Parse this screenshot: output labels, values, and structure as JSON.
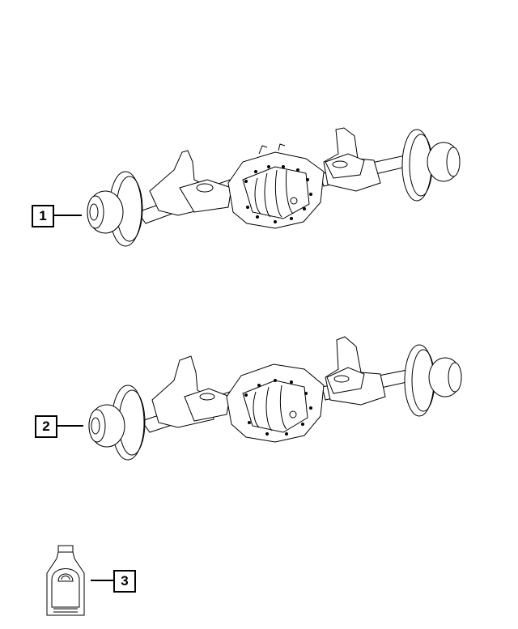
{
  "diagram": {
    "type": "parts-illustration",
    "background": "#ffffff",
    "line_color": "#000000",
    "callouts": [
      {
        "number": "1",
        "label": "1",
        "part": "rear axle assembly (upper)"
      },
      {
        "number": "2",
        "label": "2",
        "part": "rear axle assembly (lower)"
      },
      {
        "number": "3",
        "label": "3",
        "part": "gear lubricant bottle"
      }
    ]
  }
}
